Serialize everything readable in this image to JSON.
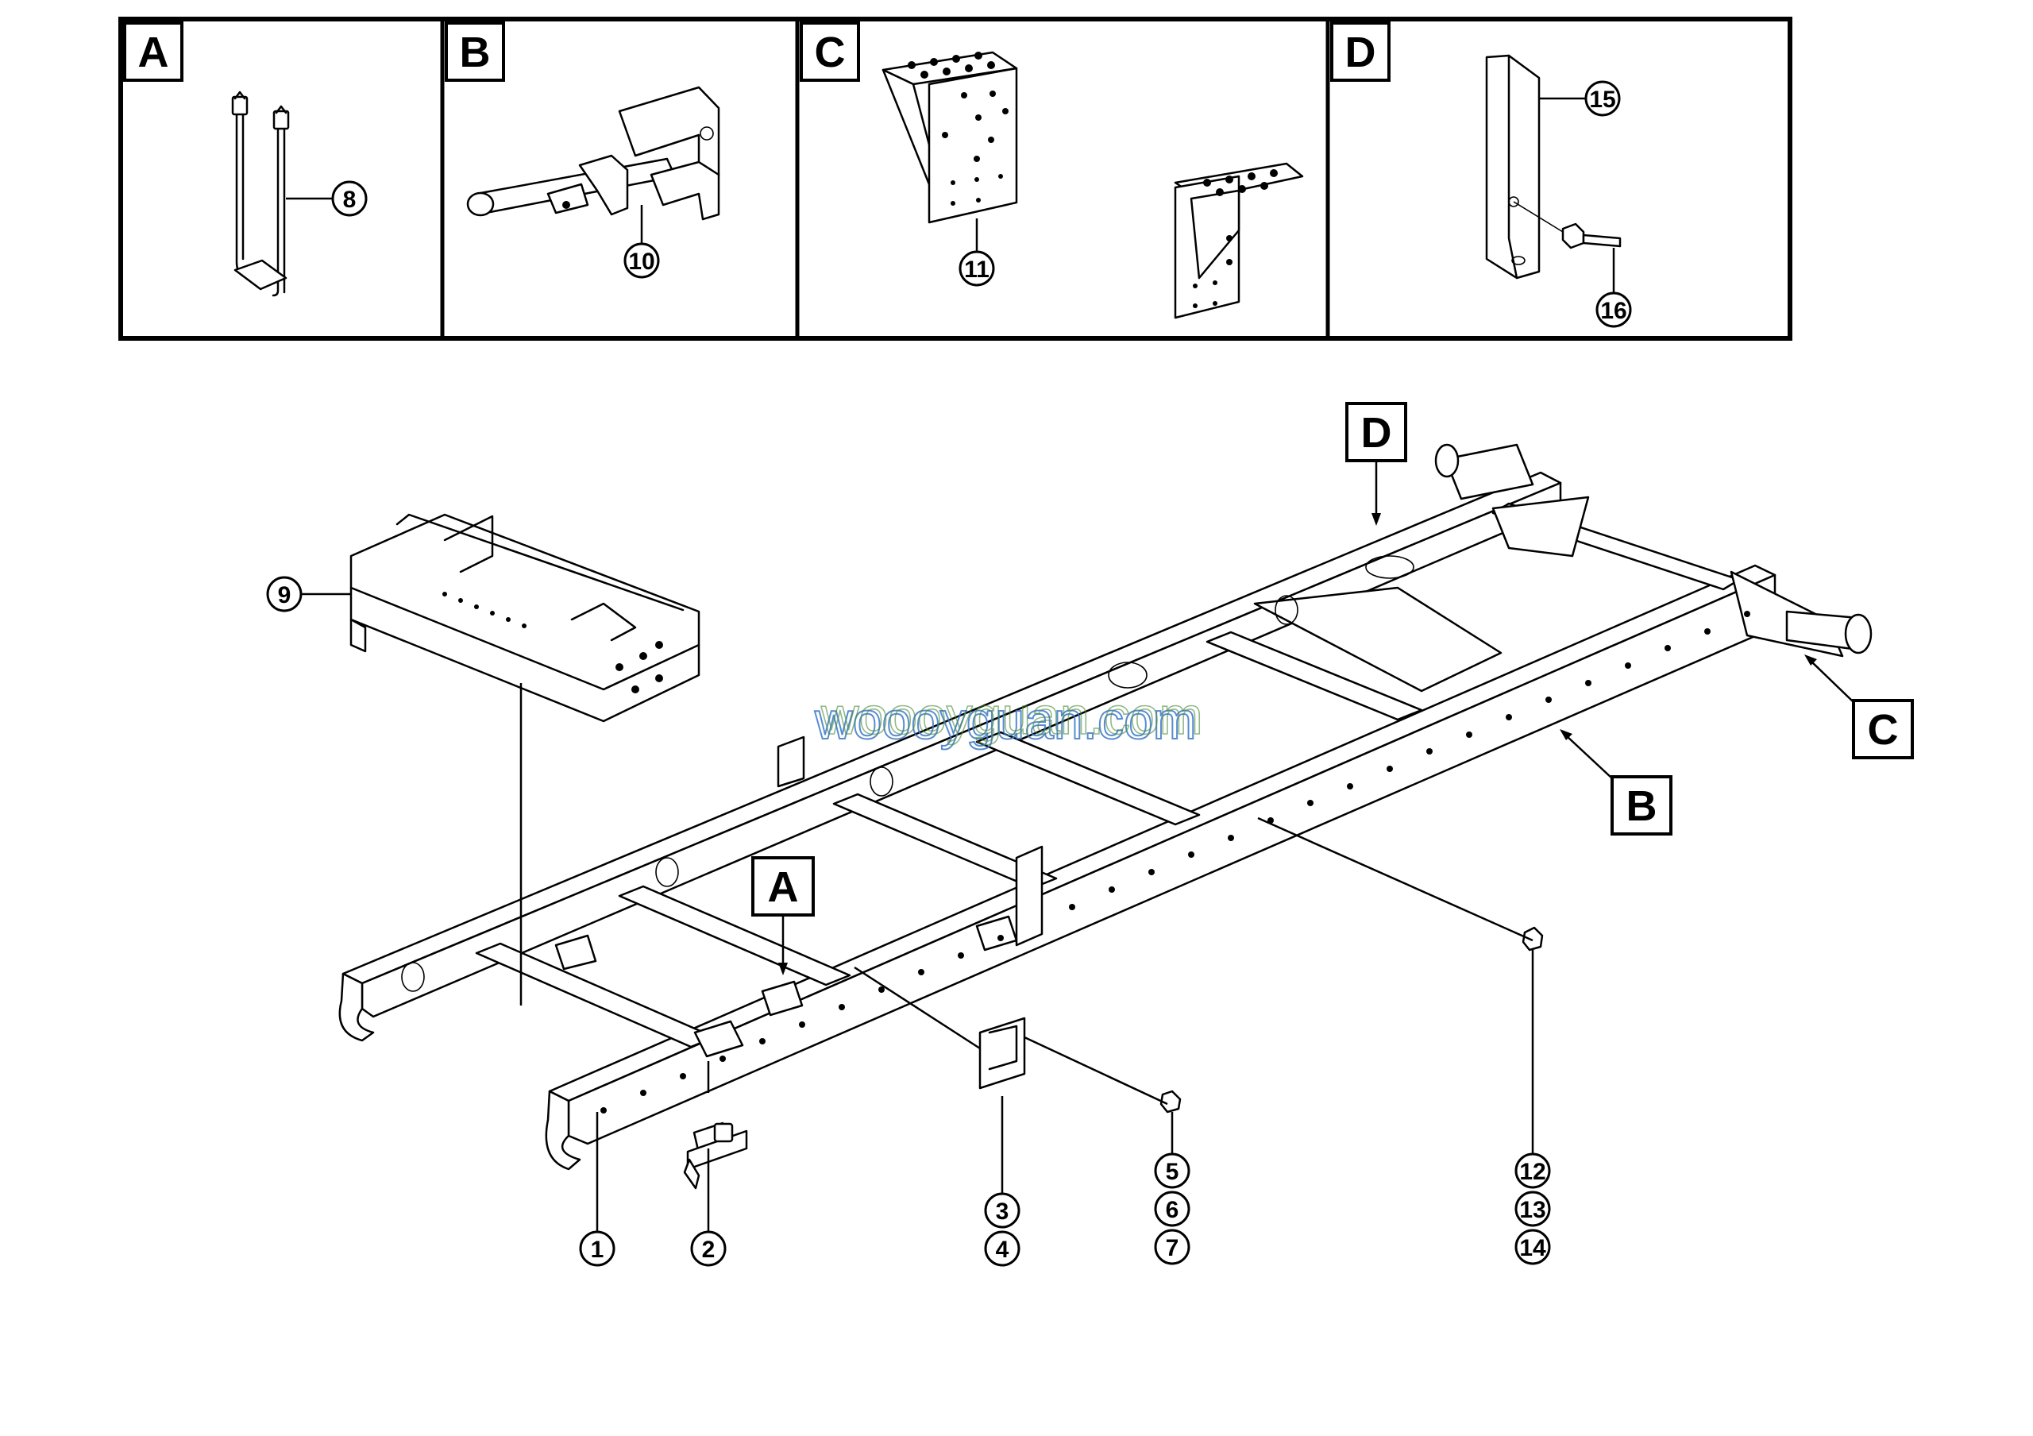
{
  "detail_panels": [
    {
      "letter": "A",
      "callouts": [
        "8"
      ]
    },
    {
      "letter": "B",
      "callouts": [
        "10"
      ]
    },
    {
      "letter": "C",
      "callouts": [
        "11"
      ]
    },
    {
      "letter": "D",
      "callouts": [
        "15",
        "16"
      ]
    }
  ],
  "main_view_markers": [
    "A",
    "B",
    "C",
    "D"
  ],
  "callouts": {
    "c1": "1",
    "c2": "2",
    "c3": "3",
    "c4": "4",
    "c5": "5",
    "c6": "6",
    "c7": "7",
    "c9": "9",
    "c12": "12",
    "c13": "13",
    "c14": "14"
  },
  "watermark": "woooyguan.com"
}
